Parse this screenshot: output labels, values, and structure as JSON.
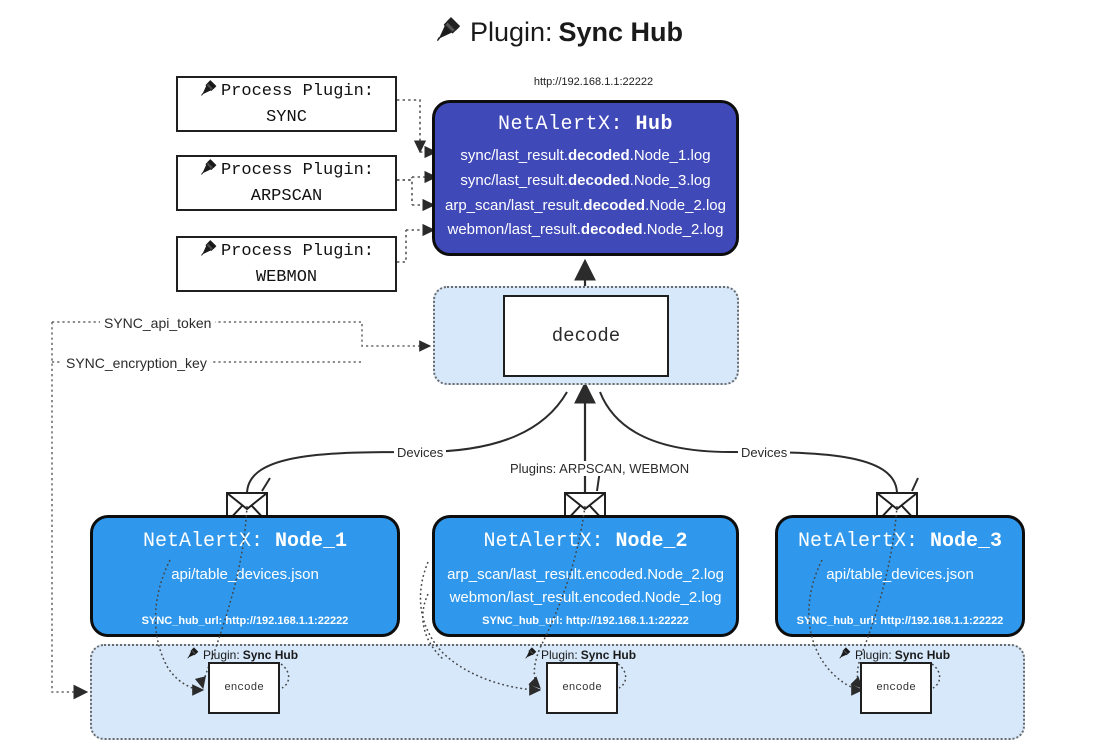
{
  "title": {
    "icon": "plug-icon",
    "prefix": "Plugin:",
    "name": "Sync Hub"
  },
  "process_plugins": [
    {
      "icon": "plug-icon",
      "line1": "Process Plugin:",
      "line2": "SYNC"
    },
    {
      "icon": "plug-icon",
      "line1": "Process Plugin:",
      "line2": "ARPSCAN"
    },
    {
      "icon": "plug-icon",
      "line1": "Process Plugin:",
      "line2": "WEBMON"
    }
  ],
  "hub": {
    "url": "http://192.168.1.1:22222",
    "title_prefix": "NetAlertX:",
    "title_name": "Hub",
    "rows": [
      {
        "pre": "sync/last_result.",
        "bold": "decoded",
        "post": ".Node_1.log"
      },
      {
        "pre": "sync/last_result.",
        "bold": "decoded",
        "post": ".Node_3.log"
      },
      {
        "pre": "arp_scan/last_result.",
        "bold": "decoded",
        "post": ".Node_2.log"
      },
      {
        "pre": "webmon/last_result.",
        "bold": "decoded",
        "post": ".Node_2.log"
      }
    ]
  },
  "decode": {
    "label": "decode"
  },
  "keys": {
    "api_token": "SYNC_api_token",
    "encryption_key": "SYNC_encryption_key"
  },
  "edges": {
    "devices_left": "Devices",
    "devices_right": "Devices",
    "plugins_center": "Plugins: ARPSCAN, WEBMON"
  },
  "nodes": [
    {
      "title_prefix": "NetAlertX:",
      "title_name": "Node_1",
      "lines": [
        "api/table_devices.json"
      ],
      "footer": "SYNC_hub_url: http://192.168.1.1:22222"
    },
    {
      "title_prefix": "NetAlertX:",
      "title_name": "Node_2",
      "lines": [
        "arp_scan/last_result.encoded.Node_2.log",
        "webmon/last_result.encoded.Node_2.log"
      ],
      "footer": "SYNC_hub_url: http://192.168.1.1:22222"
    },
    {
      "title_prefix": "NetAlertX:",
      "title_name": "Node_3",
      "lines": [
        "api/table_devices.json"
      ],
      "footer": "SYNC_hub_url: http://192.168.1.1:22222"
    }
  ],
  "encoders": [
    {
      "icon": "plug-icon",
      "label_prefix": "Plugin:",
      "label_name": "Sync Hub",
      "box": "encode"
    },
    {
      "icon": "plug-icon",
      "label_prefix": "Plugin:",
      "label_name": "Sync Hub",
      "box": "encode"
    },
    {
      "icon": "plug-icon",
      "label_prefix": "Plugin:",
      "label_name": "Sync Hub",
      "box": "encode"
    }
  ],
  "colors": {
    "hub_blue": "#4049b8",
    "node_blue": "#2f98ec",
    "container_blue": "#d6e8fa",
    "stroke": "#1f1f1f"
  }
}
